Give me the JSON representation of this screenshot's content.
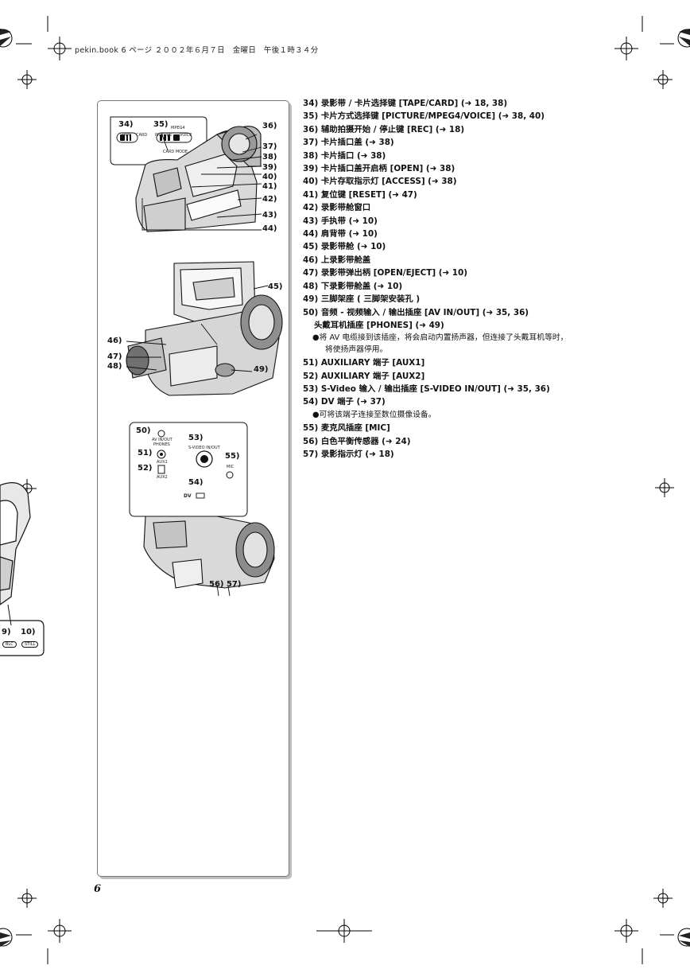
{
  "header": {
    "text": "pekin.book  6 ページ  ２００２年６月７日　金曜日　午後１時３４分"
  },
  "page_number": "6",
  "figure1": {
    "callouts": [
      "34)",
      "35)",
      "36)",
      "37)",
      "38)",
      "39)",
      "40)",
      "41)",
      "42)",
      "43)",
      "44)"
    ],
    "labels": {
      "mpeg4": "MPEG4",
      "tape": "TAPE",
      "card": "CARD",
      "picture": "PICTURE",
      "voice": "VOICE",
      "card_mode": "CARD MODE"
    }
  },
  "figure2": {
    "callouts": [
      "45)",
      "46)",
      "47)",
      "48)",
      "49)"
    ]
  },
  "figure3": {
    "callouts": [
      "50)",
      "51)",
      "52)",
      "53)",
      "54)",
      "55)",
      "56) 57)"
    ],
    "labels": {
      "av_inout": "AV IN/OUT",
      "phones": "PHONES",
      "aux1": "AUX1",
      "aux2": "AUX2",
      "svideo": "S-VIDEO IN/OUT",
      "mic": "MIC",
      "dv": "DV"
    }
  },
  "partial_left": {
    "callout_9": "9)",
    "callout_10": "10)",
    "blc": "BLC",
    "still": "STILL"
  },
  "items": [
    "34) 录影带 / 卡片选择键 [TAPE/CARD] (➜ 18, 38)",
    "35) 卡片方式选择键 [PICTURE/MPEG4/VOICE] (➜ 38, 40)",
    "36) 辅助拍摄开始 / 停止键 [REC] (➜ 18)",
    "37) 卡片插口盖 (➜ 38)",
    "38) 卡片插口 (➜ 38)",
    "39) 卡片插口盖开启柄 [OPEN] (➜ 38)",
    "40) 卡片存取指示灯 [ACCESS] (➜ 38)",
    "41) 复位键 [RESET] (➜ 47)",
    "42) 录影带舱窗口",
    "43) 手执带 (➜ 10)",
    "44) 肩背带 (➜ 10)",
    "45) 录影带舱 (➜ 10)",
    "46) 上录影带舱盖",
    "47) 录影带弹出柄 [OPEN/EJECT] (➜ 10)",
    "48) 下录影带舱盖 (➜ 10)",
    "49) 三脚架座 ( 三脚架安装孔 )",
    "50) 音频 - 视频输入 / 输出插座 [AV IN/OUT] (➜ 35, 36)"
  ],
  "item50_sub": "头戴耳机插座 [PHONES] (➜ 49)",
  "item50_note_1": "●将 AV 电缆接到该插座，将会启动内置扬声器，但连接了头戴耳机等时，",
  "item50_note_2": "将使扬声器停用。",
  "items_b": [
    "51) AUXILIARY 端子 [AUX1]",
    "52) AUXILIARY 端子 [AUX2]",
    "53) S-Video 输入 / 输出插座 [S-VIDEO IN/OUT] (➜ 35, 36)",
    "54) DV 端子 (➜ 37)"
  ],
  "item54_note": "●可将该端子连接至数位摄像设备。",
  "items_c": [
    "55) 麦克风插座 [MIC]",
    "56) 白色平衡传感器 (➜ 24)",
    "57) 录影指示灯 (➜ 18)"
  ]
}
